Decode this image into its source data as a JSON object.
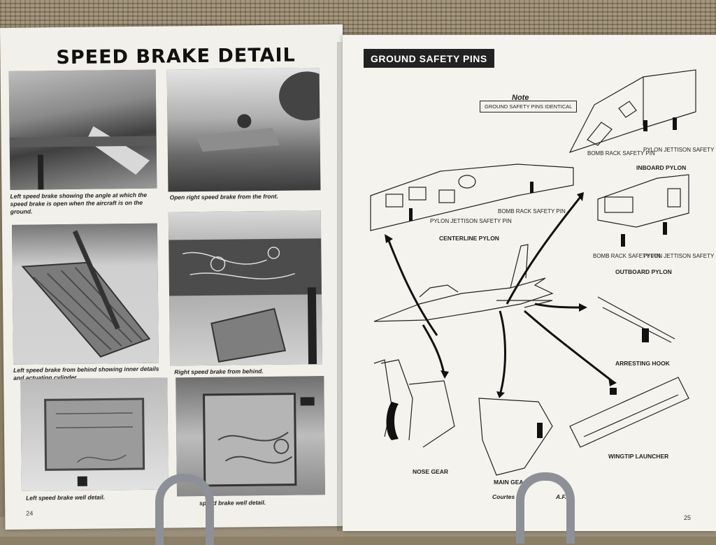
{
  "left_page": {
    "title": "SPEED BRAKE DETAIL",
    "page_number": "24",
    "captions": [
      "Left speed brake showing the angle at which the speed brake is open when the aircraft is on the ground.",
      "Open right speed brake from the front.",
      "Left speed brake from behind showing inner details and actuating cylinder.",
      "Right speed brake from behind.",
      "Left speed brake well detail.",
      "speed brake well detail."
    ]
  },
  "right_page": {
    "banner": "GROUND SAFETY PINS",
    "page_number": "25",
    "note_title": "Note",
    "note_text": "GROUND SAFETY PINS IDENTICAL",
    "labels": {
      "inboard_pylon": "INBOARD PYLON",
      "bomb_rack_inboard": "BOMB RACK SAFETY PIN",
      "pylon_jettison_inboard": "PYLON JETTISON SAFETY PIN",
      "centerline_pylon": "CENTERLINE PYLON",
      "pylon_jettison_centerline": "PYLON JETTISON SAFETY PIN",
      "bomb_rack_centerline": "BOMB RACK SAFETY PIN",
      "outboard_pylon": "OUTBOARD PYLON",
      "bomb_rack_outboard": "BOMB RACK SAFETY PIN",
      "pylon_jettison_outboard": "PYLON JETTISON SAFETY PIN",
      "arresting_hook": "ARRESTING HOOK",
      "wingtip_launcher": "WINGTIP LAUNCHER",
      "nose_gear": "NOSE GEAR",
      "main_gear": "MAIN GEA",
      "courtesy": "Courtes",
      "courtesy_tail": "A.F."
    }
  }
}
